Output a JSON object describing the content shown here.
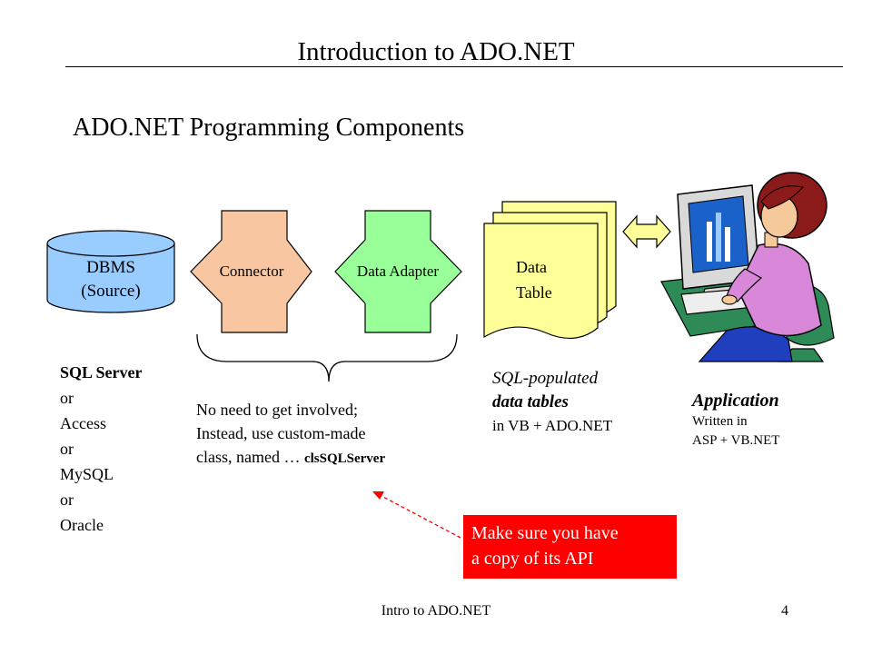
{
  "slide": {
    "title": "Introduction to ADO.NET",
    "subtitle": "ADO.NET Programming Components",
    "footer": "Intro to ADO.NET",
    "page_number": "4"
  },
  "diagram": {
    "dbms": {
      "line1": "DBMS",
      "line2": "(Source)",
      "fill": "#99ccff"
    },
    "connector": {
      "label": "Connector",
      "fill": "#f8c6a0"
    },
    "data_adapter": {
      "label": "Data Adapter",
      "fill": "#99ff99"
    },
    "data_table": {
      "line1": "Data",
      "line2": "Table",
      "fill": "#ffff99"
    },
    "sources": {
      "line1": "SQL Server",
      "line2": "or",
      "line3": "Access",
      "line4": "or",
      "line5": "MySQL",
      "line6": "or",
      "line7": "Oracle"
    },
    "note": {
      "line1": "No need to get involved;",
      "line2": "Instead, use custom-made",
      "line3": "class, named …",
      "class_name": "clsSQLServer"
    },
    "tables_caption": {
      "line1": "SQL-populated",
      "line2": "data tables",
      "line3": "in VB + ADO.NET"
    },
    "application": {
      "title": "Application",
      "line1": "Written in",
      "line2": "ASP + VB.NET"
    },
    "callout": {
      "line1": "Make sure you have",
      "line2": "a copy of its API",
      "fill": "#ff0000"
    }
  }
}
